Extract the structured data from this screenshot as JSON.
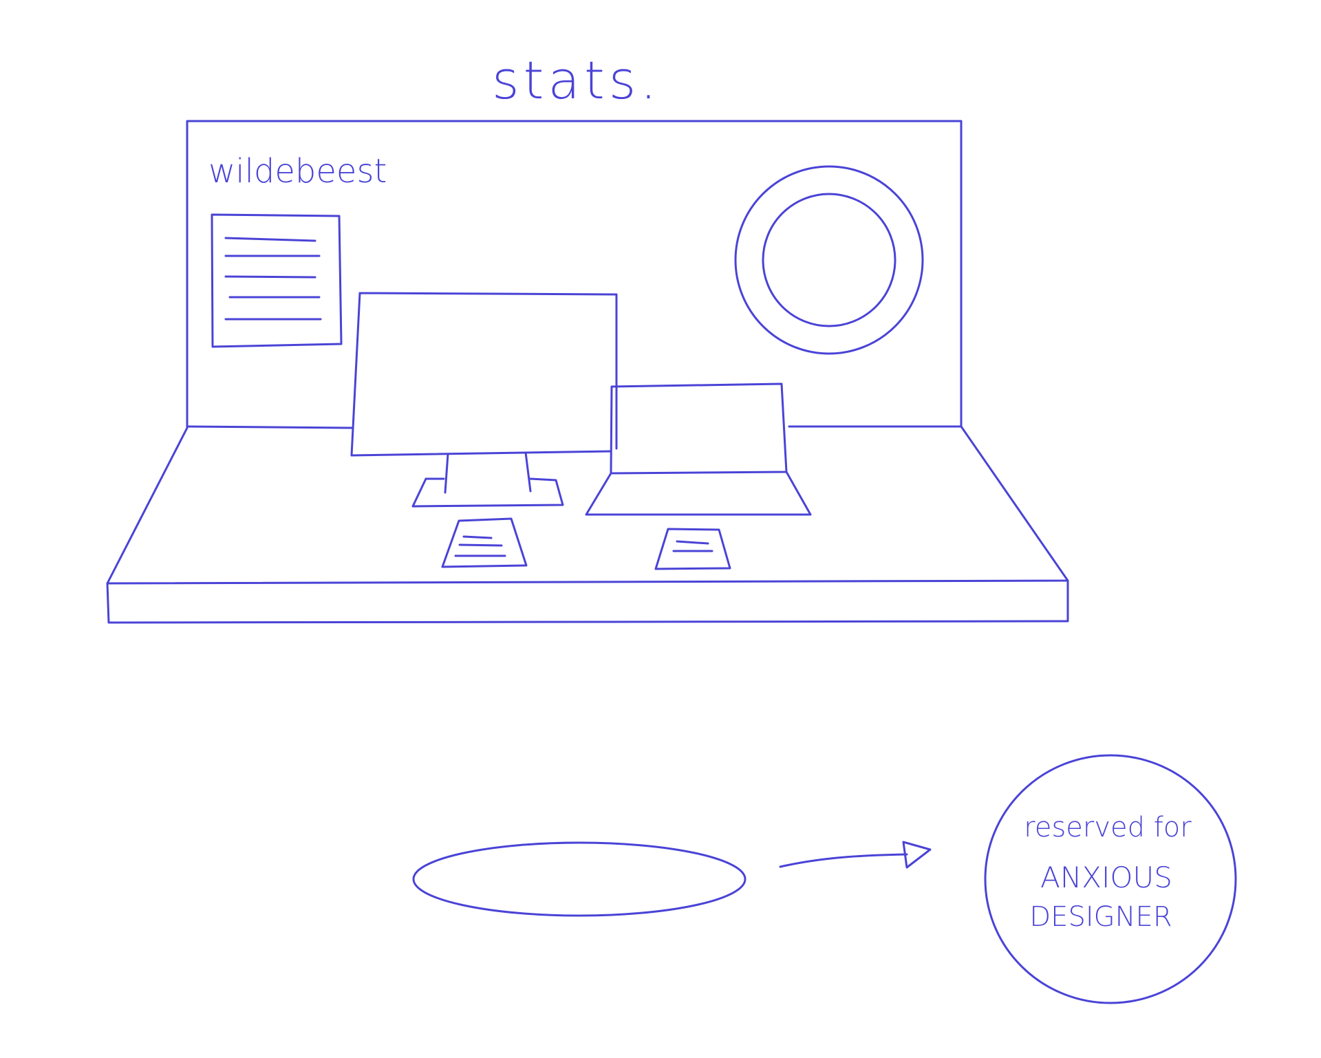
{
  "title": "stats.",
  "board_label": "wildebeest",
  "reserved_note": {
    "line1": "reserved for",
    "line2": "ANXIOUS",
    "line3": "DESIGNER"
  },
  "colors": {
    "ink": "#4a43d6",
    "background": "#ffffff"
  }
}
